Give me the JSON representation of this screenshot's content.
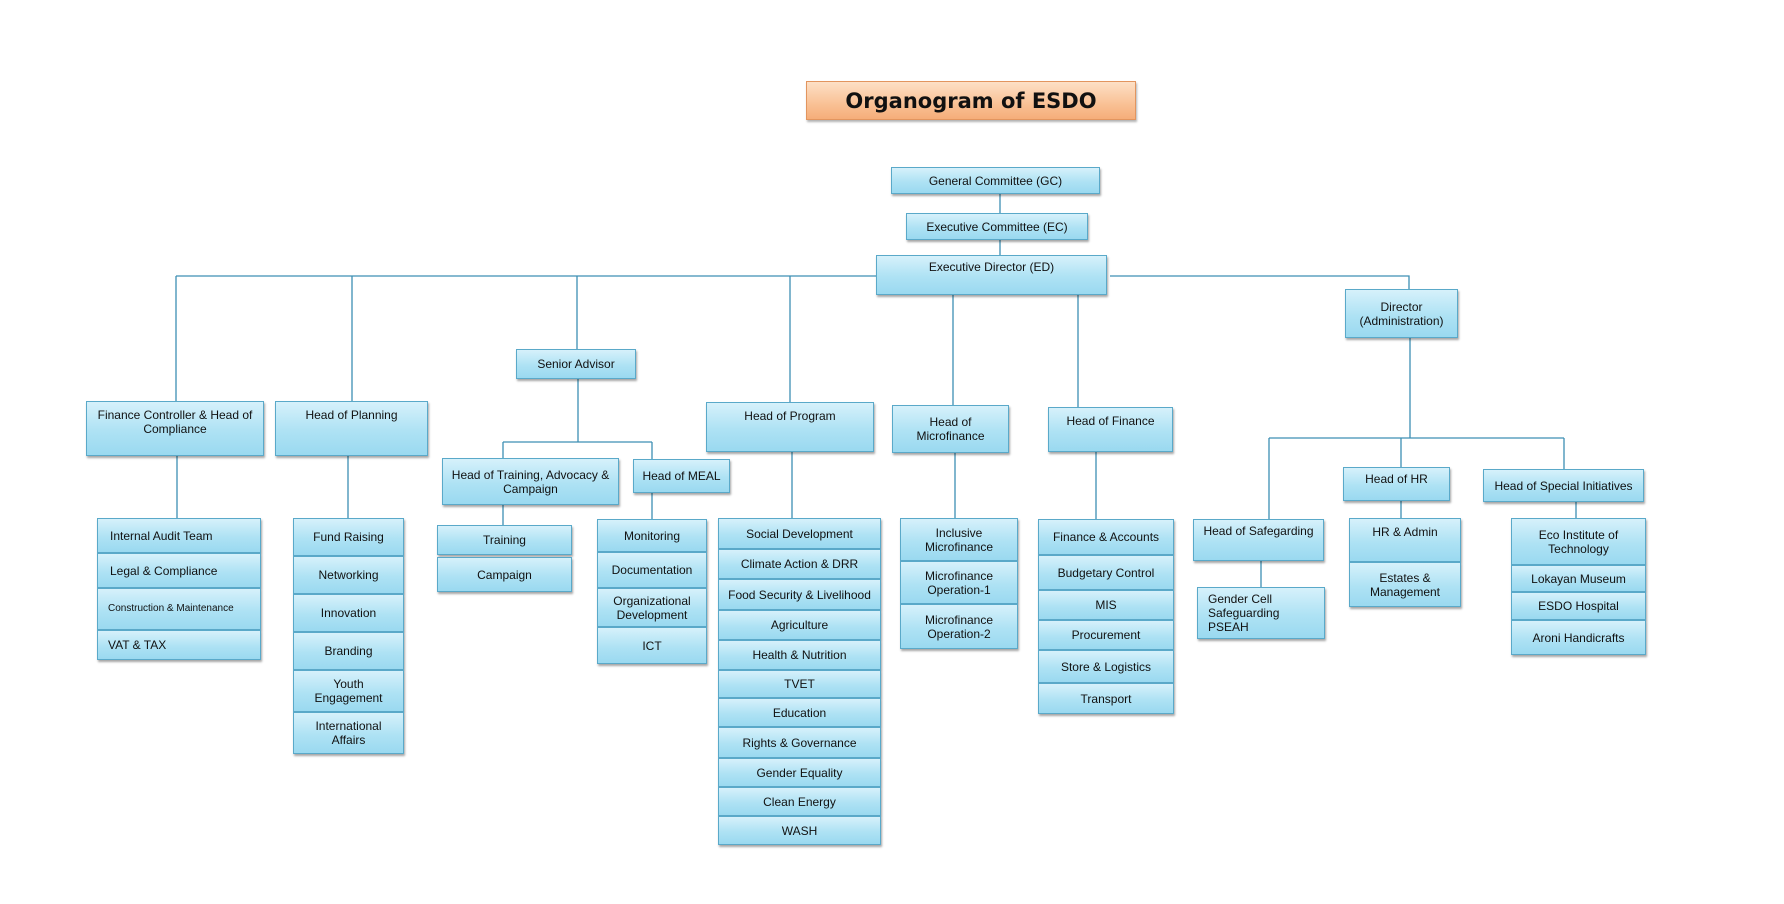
{
  "title": "Organogram of ESDO",
  "colors": {
    "box_fill": "#aee2f4",
    "box_border": "#5aa9c9",
    "title_fill": "#f9c195",
    "connector": "#3d8fb3"
  },
  "nodes": {
    "gc": "General Committee (GC)",
    "ec": "Executive Committee (EC)",
    "ed": "Executive Director (ED)",
    "dir_admin": "Director (Administration)",
    "senior_advisor": "Senior Advisor",
    "fin_controller": "Finance Controller &        Head of Compliance",
    "planning": "Head of Planning",
    "program": "Head of Program",
    "microfinance": "Head of Microfinance",
    "finance": "Head of Finance",
    "training_head": "Head of Training, Advocacy & Campaign",
    "meal": "Head of MEAL",
    "safeguarding": "Head of Safegarding",
    "hr": "Head of HR",
    "special": "Head of Special Initiatives"
  },
  "groups": {
    "compliance": [
      "Internal Audit Team",
      "Legal & Compliance",
      "Construction & Maintenance",
      "VAT & TAX"
    ],
    "planning": [
      "Fund Raising",
      "Networking",
      "Innovation",
      "Branding",
      "Youth Engagement",
      "International Affairs"
    ],
    "training": [
      "Training",
      "Campaign"
    ],
    "meal": [
      "Monitoring",
      "Documentation",
      "Organizational Development",
      "ICT"
    ],
    "program": [
      "Social Development",
      "Climate Action & DRR",
      "Food Security & Livelihood",
      "Agriculture",
      "Health & Nutrition",
      "TVET",
      "Education",
      "Rights & Governance",
      "Gender Equality",
      "Clean Energy",
      "WASH"
    ],
    "microfinance": [
      "Inclusive Microfinance",
      "Microfinance Operation-1",
      "Microfinance Operation-2"
    ],
    "finance": [
      "Finance & Accounts",
      "Budgetary Control",
      "MIS",
      "Procurement",
      "Store & Logistics",
      "Transport"
    ],
    "safeguarding": [
      "Gender Cell Safeguarding PSEAH"
    ],
    "hr": [
      "HR & Admin",
      "Estates & Management"
    ],
    "special": [
      "Eco Institute of Technology",
      "Lokayan Museum",
      "ESDO Hospital",
      "Aroni Handicrafts"
    ]
  }
}
